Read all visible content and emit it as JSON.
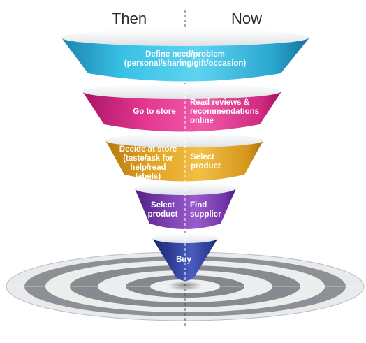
{
  "headers": {
    "then": "Then",
    "now": "Now"
  },
  "stages": [
    {
      "combined": [
        "Define need/problem",
        "(personal/sharing/gift/occasion)"
      ]
    },
    {
      "then": [
        "Go to store"
      ],
      "now": [
        "Read reviews &",
        "recommendations",
        "online"
      ]
    },
    {
      "then": [
        "Decide at store",
        "(taste/ask for",
        "help/read",
        "labels)"
      ],
      "now": [
        "Select",
        "product"
      ]
    },
    {
      "then": [
        "Select",
        "product"
      ],
      "now": [
        "Find",
        "supplier"
      ]
    },
    {
      "combined": [
        "Buy"
      ]
    }
  ],
  "colors": {
    "stage1": "#2fb5d8",
    "stage2": "#e2358f",
    "stage3": "#e0a020",
    "stage4": "#7c3fb0",
    "stage5": "#2f3f9a",
    "target_dark": "#8d9095",
    "target_light": "#e9eaec"
  }
}
